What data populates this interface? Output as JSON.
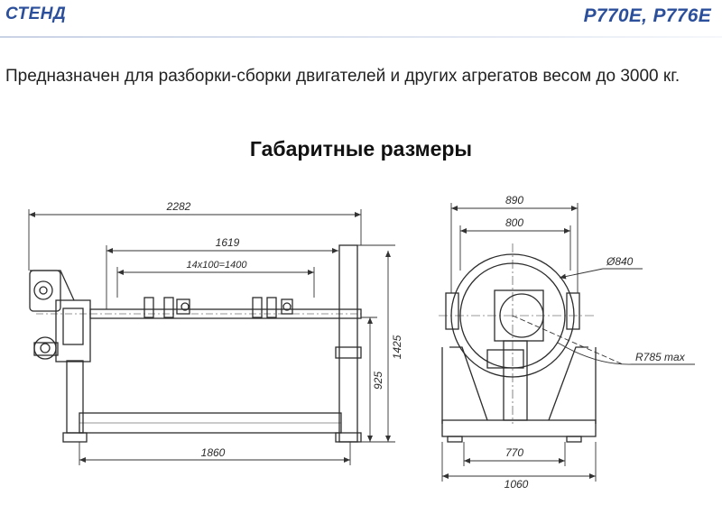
{
  "header": {
    "product_type": "СТЕНД",
    "models": "P770E, P776E"
  },
  "description": "Предназначен для разборки-сборки двигателей и других агрегатов весом до 3000 кг.",
  "section_title": "Габаритные размеры",
  "drawing": {
    "side_view": {
      "overall_length": "2282",
      "length_1619": "1619",
      "pitch": "14x100=1400",
      "height_overall": "1425",
      "axis_height": "925",
      "base_length": "1860"
    },
    "front_view": {
      "overall_width": "890",
      "ring_width": "800",
      "ring_diameter": "Ø840",
      "swing_radius": "R785 max",
      "base_inner": "770",
      "base_outer": "1060"
    }
  }
}
